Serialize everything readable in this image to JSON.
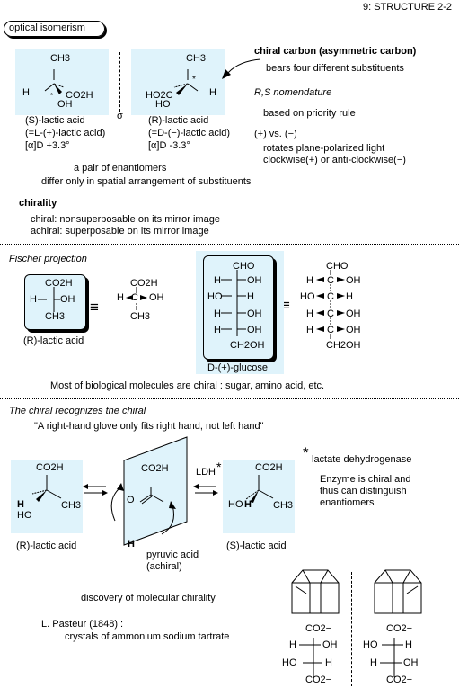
{
  "header": {
    "page_label": "9: STRUCTURE 2-2"
  },
  "section1": {
    "tag": "optical isomerism",
    "mirror_label": "σ",
    "left": {
      "ch3": "CH3",
      "h": "H",
      "co2h": "CO2H",
      "oh": "OH",
      "name": "(S)-lactic acid",
      "alt_name": "(=L-(+)-lactic acid)",
      "rotation": "[α]D +3.3°"
    },
    "right": {
      "ch3": "CH3",
      "ho2c": "HO2C",
      "h": "H",
      "ho": "HO",
      "name": "(R)-lactic acid",
      "alt_name": "(=D-(−)-lactic acid)",
      "rotation": "[α]D -3.3°"
    },
    "pair_line": "a pair of enantiomers",
    "pair_desc": "differ only in spatial arrangement of substituents",
    "chiral_carbon_title": "chiral carbon (asymmetric carbon)",
    "chiral_carbon_desc": "bears four different substituents",
    "rs_title": "R,S nomendature",
    "rs_desc": "based on priority rule",
    "pm_title": "(+) vs. (−)",
    "pm_desc1": "rotates plane-polarized light",
    "pm_desc2": "clockwise(+) or anti-clockwise(−)",
    "chirality_title": "chirality",
    "chiral_def": "chiral:  nonsuperposable on its mirror image",
    "achiral_def": "achiral:  superposable on its mirror image"
  },
  "fischer": {
    "title": "Fischer projection",
    "lactic": {
      "co2h": "CO2H",
      "h": "H",
      "oh": "OH",
      "ch3": "CH3",
      "name": "(R)-lactic acid"
    },
    "glucose": {
      "top": "CHO",
      "bottom": "CH2OH",
      "rows": [
        {
          "left": "H",
          "right": "OH"
        },
        {
          "left": "HO",
          "right": "H"
        },
        {
          "left": "H",
          "right": "OH"
        },
        {
          "left": "H",
          "right": "OH"
        }
      ],
      "name": "D-(+)-glucose"
    },
    "summary": "Most of biological molecules are chiral :  sugar, amino acid, etc."
  },
  "recognition": {
    "title": "The chiral recognizes the chiral",
    "quote": "\"A right-hand glove only fits right hand, not left hand\"",
    "left_name": "(R)-lactic acid",
    "right_name": "(S)-lactic acid",
    "mid_co2h": "CO2H",
    "mid_o": "O",
    "pyruvic": "pyruvic acid",
    "pyruvic_note": "(achiral)",
    "h_label": "H",
    "ldh": "LDH",
    "star": "*",
    "enzyme_name": "lactate dehydrogenase",
    "enzyme_desc1": "Enzyme is chiral and",
    "enzyme_desc2": "thus can distinguish",
    "enzyme_desc3": "enantiomers",
    "co2h": "CO2H",
    "ch3": "CH3",
    "h": "H",
    "ho": "HO"
  },
  "pasteur": {
    "discovery": "discovery of molecular chirality",
    "author": "L. Pasteur (1848) :",
    "crystals": "crystals of ammonium sodium tartrate",
    "co2": "CO2−",
    "left_rows": [
      {
        "left": "H",
        "right": "OH"
      },
      {
        "left": "HO",
        "right": "H"
      }
    ],
    "right_rows": [
      {
        "left": "HO",
        "right": "H"
      },
      {
        "left": "H",
        "right": "OH"
      }
    ]
  }
}
